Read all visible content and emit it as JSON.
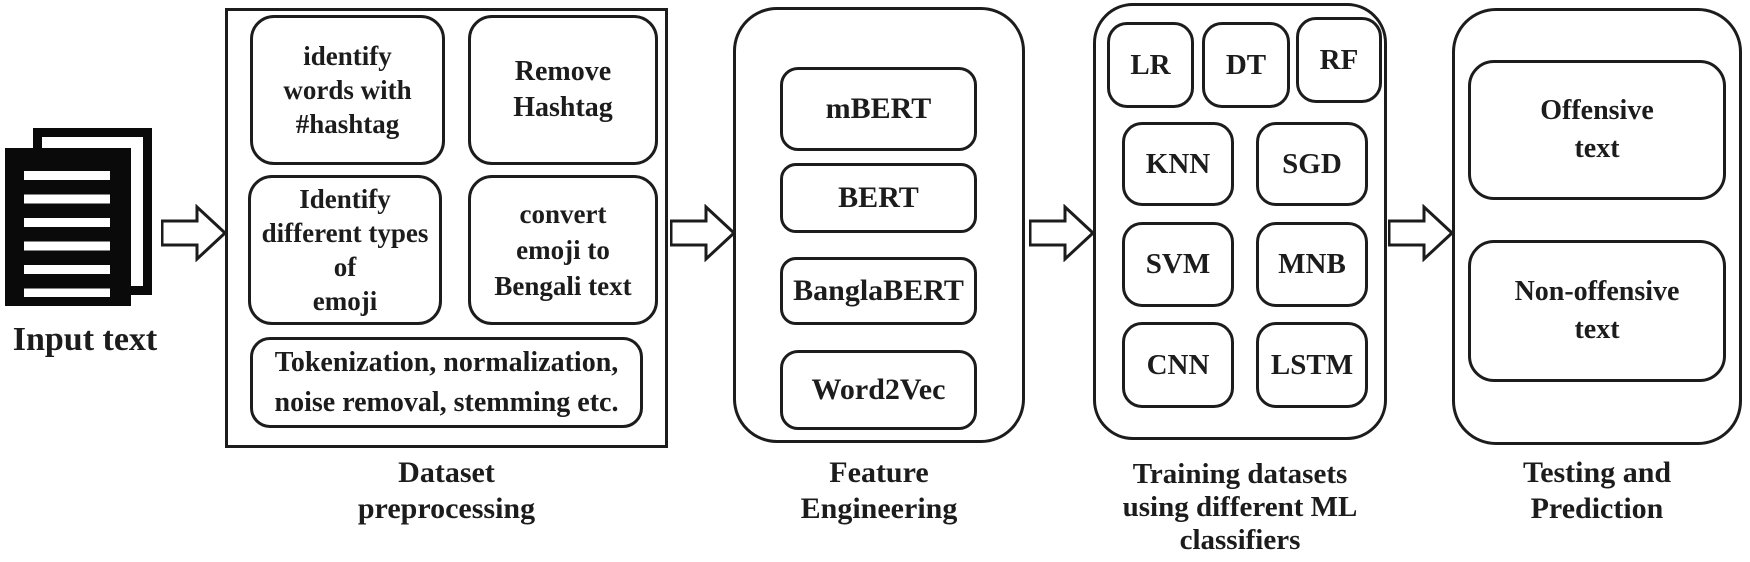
{
  "title": "Offensive Bengali text detection pipeline",
  "colors": {
    "ink": "#1c1c1c",
    "paper": "#ffffff"
  },
  "input": {
    "label": "Input text",
    "icon": "document-stack-icon"
  },
  "flow_arrow_icon": "right-block-arrow",
  "stages": [
    {
      "name": "dataset-preprocessing",
      "label": "Dataset\npreprocessing",
      "boxes": [
        "identify\nwords with\n#hashtag",
        "Remove\nHashtag",
        "Identify\ndifferent types\nof\nemoji",
        "convert\nemoji to\nBengali text",
        "Tokenization, normalization,\nnoise removal, stemming etc."
      ]
    },
    {
      "name": "feature-engineering",
      "label": "Feature\nEngineering",
      "boxes": [
        "mBERT",
        "BERT",
        "BanglaBERT",
        "Word2Vec"
      ]
    },
    {
      "name": "training-classifiers",
      "label": "Training datasets\nusing different ML\nclassifiers",
      "boxes": [
        "LR",
        "DT",
        "RF",
        "KNN",
        "SGD",
        "SVM",
        "MNB",
        "CNN",
        "LSTM"
      ]
    },
    {
      "name": "testing-prediction",
      "label": "Testing and\nPrediction",
      "boxes": [
        "Offensive\ntext",
        "Non-offensive\ntext"
      ]
    }
  ]
}
